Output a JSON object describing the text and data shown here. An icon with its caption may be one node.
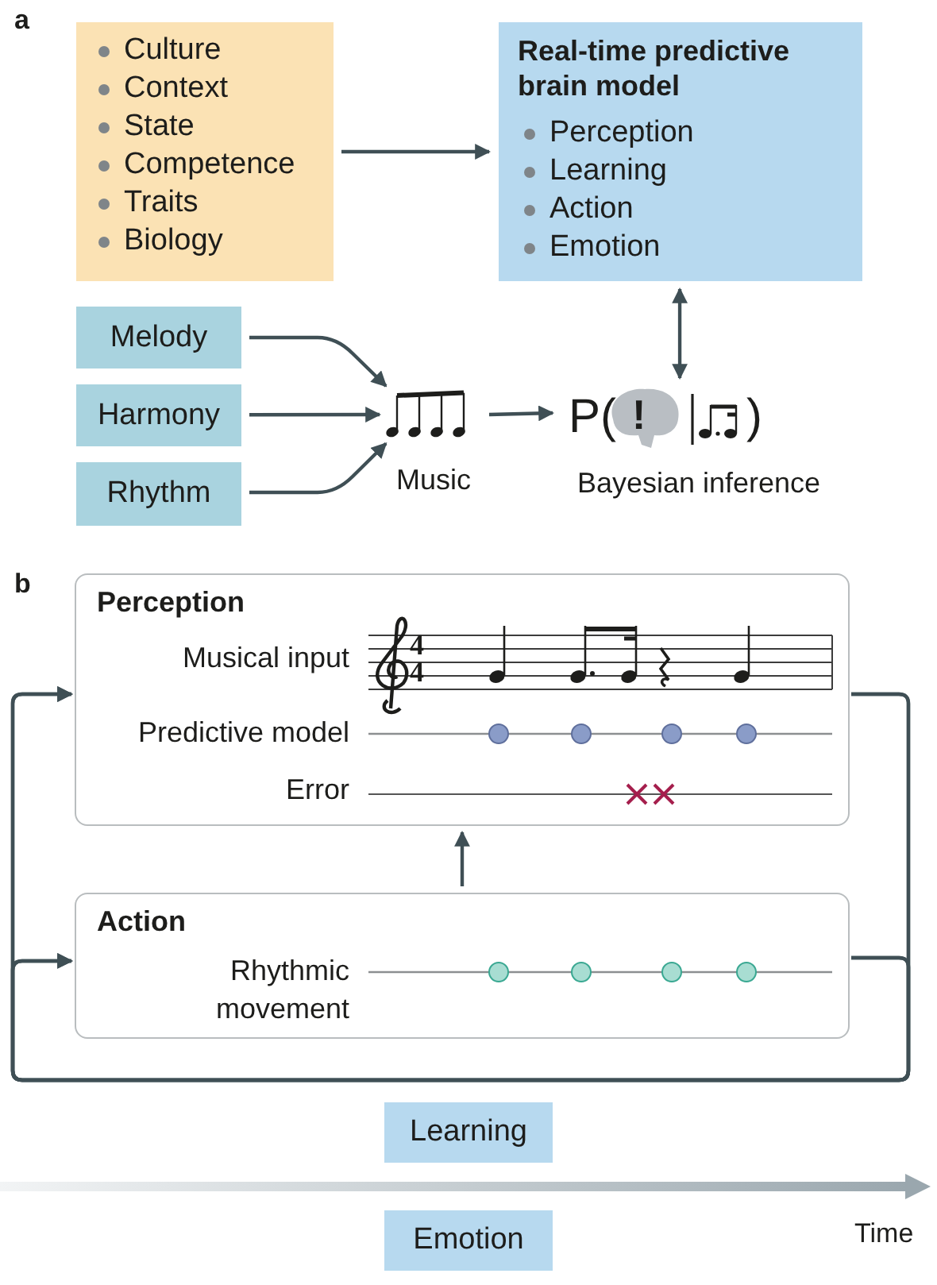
{
  "diagram": {
    "nodes": [
      {
        "text": [
          "Culture",
          "Context",
          "State",
          "Competence",
          "Traits",
          "Biology"
        ]
      },
      {
        "text": [
          "Real-time predictive brain model",
          "Perception",
          "Learning",
          "Action",
          "Emotion"
        ]
      },
      {
        "text": [
          "Melody"
        ]
      },
      {
        "text": [
          "Harmony"
        ]
      },
      {
        "text": [
          "Rhythm"
        ]
      },
      {
        "text": [
          "Music"
        ]
      },
      {
        "text": [
          "P(",
          "!",
          ")",
          "Bayesian inference"
        ]
      },
      {
        "text": [
          "Perception"
        ]
      },
      {
        "text": [
          "Action"
        ]
      },
      {
        "text": [
          "Learning"
        ]
      },
      {
        "text": [
          "Emotion"
        ]
      }
    ],
    "edges": [
      {
        "from": 0,
        "to": 1,
        "arrow": "to"
      },
      {
        "from": 2,
        "to": 5,
        "arrow": "to"
      },
      {
        "from": 3,
        "to": 5,
        "arrow": "to"
      },
      {
        "from": 4,
        "to": 5,
        "arrow": "to"
      },
      {
        "from": 5,
        "to": 6,
        "arrow": "to"
      },
      {
        "from": 6,
        "to": 1,
        "arrow": "both"
      },
      {
        "from": 8,
        "to": 7,
        "arrow": "to"
      },
      {
        "from": 7,
        "to": 7,
        "arrow": "to"
      },
      {
        "from": 7,
        "to": 8,
        "arrow": "to"
      },
      {
        "from": 8,
        "to": 7,
        "arrow": "to"
      },
      {
        "from": 8,
        "to": 8,
        "arrow": "to"
      }
    ],
    "labels": [
      "a",
      "b",
      "Musical input",
      "4",
      "4",
      "Predictive model",
      "Error",
      "Rhythmic movement",
      "Time"
    ]
  }
}
